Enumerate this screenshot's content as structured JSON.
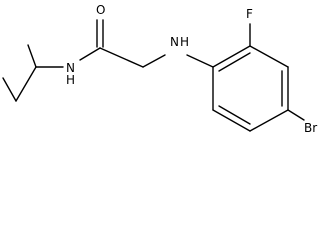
{
  "molecule": {
    "atoms": {
      "oxygen": "O",
      "amide_nitrogen": "N",
      "amide_hydrogen": "H",
      "amine_nitrogen": "N",
      "amine_hydrogen": "H",
      "fluorine": "F",
      "bromine": "Br"
    }
  }
}
